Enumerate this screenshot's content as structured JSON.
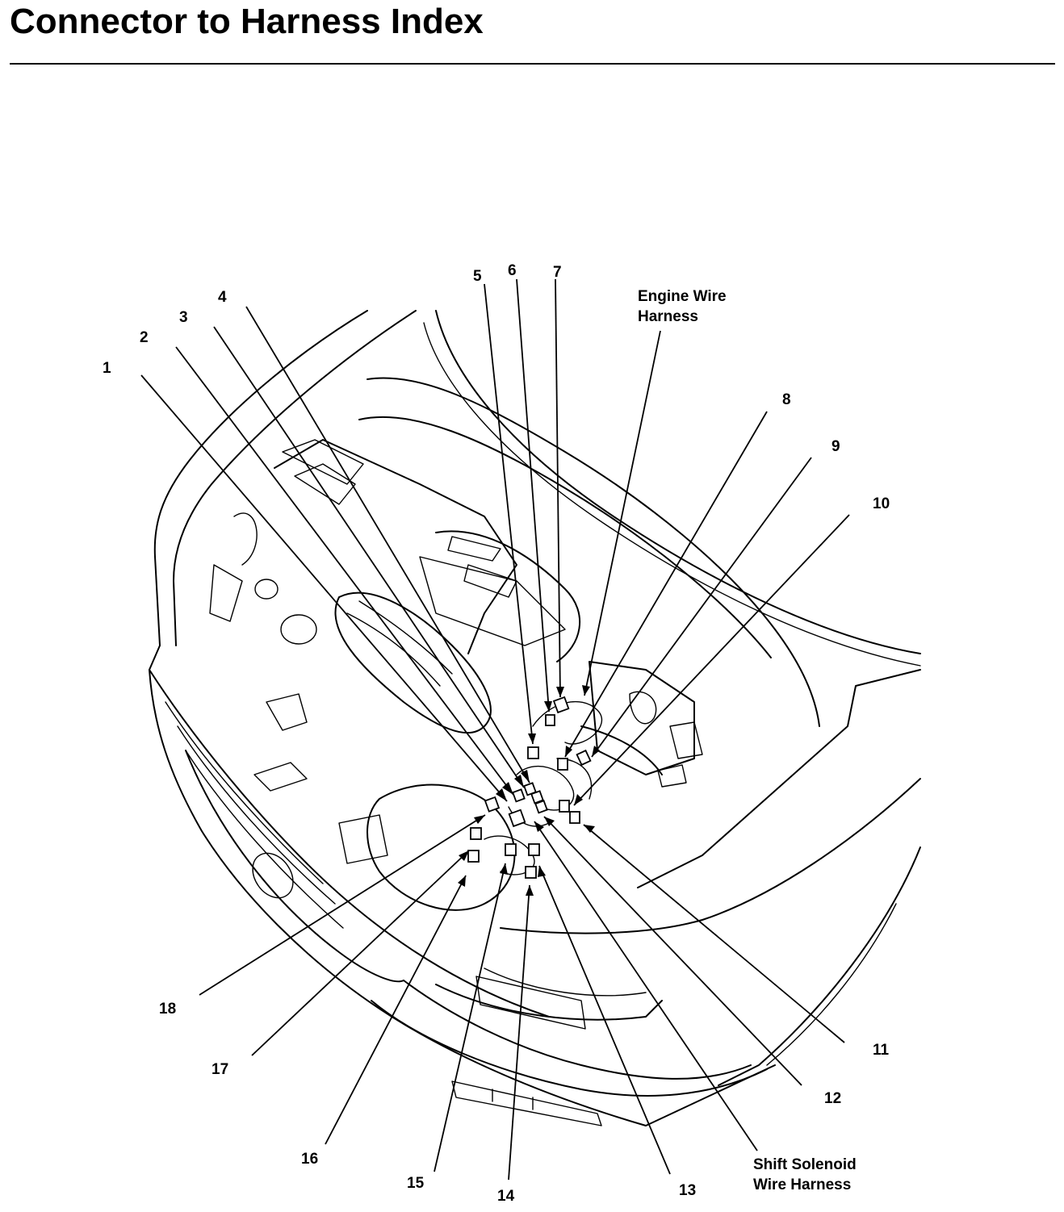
{
  "title": "Connector to Harness Index",
  "labels": {
    "engine_wire_harness": [
      "Engine Wire",
      "Harness"
    ],
    "shift_solenoid_wire_harness": [
      "Shift Solenoid",
      "Wire Harness"
    ]
  },
  "callouts": [
    "1",
    "2",
    "3",
    "4",
    "5",
    "6",
    "7",
    "8",
    "9",
    "10",
    "11",
    "12",
    "13",
    "14",
    "15",
    "16",
    "17",
    "18"
  ]
}
